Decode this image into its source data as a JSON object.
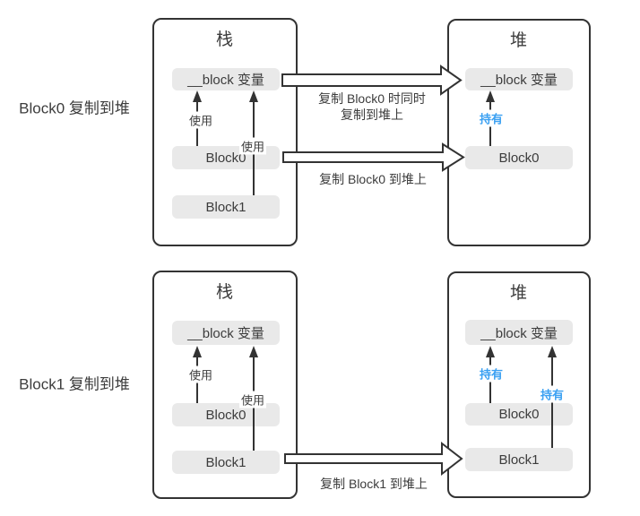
{
  "colors": {
    "line": "#333333",
    "fill": "#e9e9e9",
    "blue": "#3aa0f2",
    "text": "#3c3c3c",
    "bg": "#ffffff"
  },
  "diagram": {
    "sections": [
      {
        "section_label": "Block0 复制到堆",
        "stack_title": "栈",
        "heap_title": "堆",
        "stack_boxes": {
          "block_var": "__block 变量",
          "block0": "Block0",
          "block1": "Block1"
        },
        "heap_boxes": {
          "block_var": "__block 变量",
          "block0": "Block0"
        },
        "edge_labels": {
          "use1": "使用",
          "use2": "使用",
          "hold1": "持有"
        },
        "copy_labels": {
          "arrow1_line1": "复制 Block0 时同时",
          "arrow1_line2": "复制到堆上",
          "arrow2": "复制 Block0 到堆上"
        }
      },
      {
        "section_label": "Block1 复制到堆",
        "stack_title": "栈",
        "heap_title": "堆",
        "stack_boxes": {
          "block_var": "__block 变量",
          "block0": "Block0",
          "block1": "Block1"
        },
        "heap_boxes": {
          "block_var": "__block 变量",
          "block0": "Block0",
          "block1": "Block1"
        },
        "edge_labels": {
          "use1": "使用",
          "use2": "使用",
          "hold1": "持有",
          "hold2": "持有"
        },
        "copy_labels": {
          "arrow1": "复制 Block1 到堆上"
        }
      }
    ]
  }
}
